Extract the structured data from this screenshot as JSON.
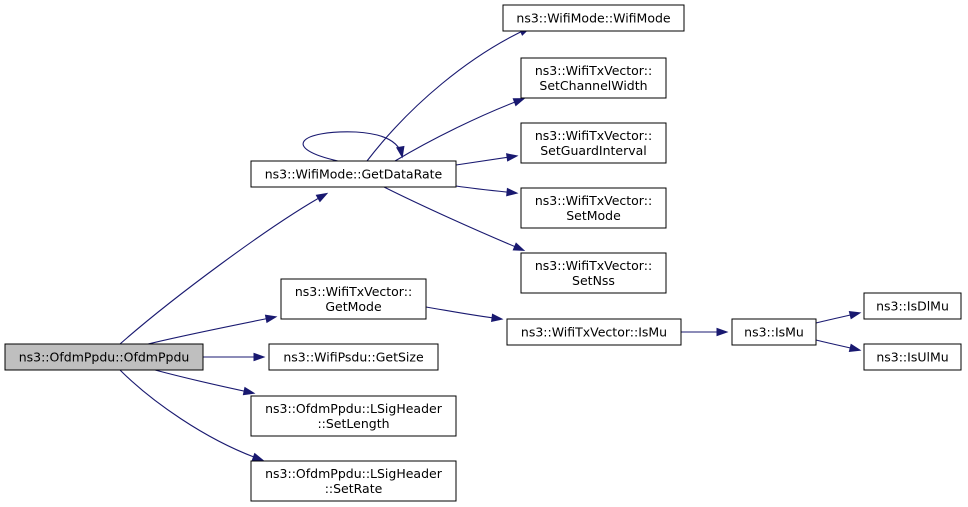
{
  "graph": {
    "nodes": {
      "ofdm_ppdu_ctor": {
        "lines": [
          "ns3::OfdmPpdu::OfdmPpdu"
        ]
      },
      "get_data_rate": {
        "lines": [
          "ns3::WifiMode::GetDataRate"
        ]
      },
      "get_mode": {
        "lines": [
          "ns3::WifiTxVector::",
          "GetMode"
        ]
      },
      "get_size": {
        "lines": [
          "ns3::WifiPsdu::GetSize"
        ]
      },
      "set_length": {
        "lines": [
          "ns3::OfdmPpdu::LSigHeader",
          "::SetLength"
        ]
      },
      "set_rate": {
        "lines": [
          "ns3::OfdmPpdu::LSigHeader",
          "::SetRate"
        ]
      },
      "wifimode_ctor": {
        "lines": [
          "ns3::WifiMode::WifiMode"
        ]
      },
      "set_channel_width": {
        "lines": [
          "ns3::WifiTxVector::",
          "SetChannelWidth"
        ]
      },
      "set_guard_interval": {
        "lines": [
          "ns3::WifiTxVector::",
          "SetGuardInterval"
        ]
      },
      "set_mode": {
        "lines": [
          "ns3::WifiTxVector::",
          "SetMode"
        ]
      },
      "set_nss": {
        "lines": [
          "ns3::WifiTxVector::",
          "SetNss"
        ]
      },
      "txvector_is_mu": {
        "lines": [
          "ns3::WifiTxVector::IsMu"
        ]
      },
      "is_mu": {
        "lines": [
          "ns3::IsMu"
        ]
      },
      "is_dl_mu": {
        "lines": [
          "ns3::IsDlMu"
        ]
      },
      "is_ul_mu": {
        "lines": [
          "ns3::IsUlMu"
        ]
      }
    },
    "edges": [
      {
        "from": "ofdm_ppdu_ctor",
        "to": "get_data_rate"
      },
      {
        "from": "ofdm_ppdu_ctor",
        "to": "get_mode"
      },
      {
        "from": "ofdm_ppdu_ctor",
        "to": "get_size"
      },
      {
        "from": "ofdm_ppdu_ctor",
        "to": "set_length"
      },
      {
        "from": "ofdm_ppdu_ctor",
        "to": "set_rate"
      },
      {
        "from": "get_data_rate",
        "to": "get_data_rate"
      },
      {
        "from": "get_data_rate",
        "to": "wifimode_ctor"
      },
      {
        "from": "get_data_rate",
        "to": "set_channel_width"
      },
      {
        "from": "get_data_rate",
        "to": "set_guard_interval"
      },
      {
        "from": "get_data_rate",
        "to": "set_mode"
      },
      {
        "from": "get_data_rate",
        "to": "set_nss"
      },
      {
        "from": "get_mode",
        "to": "txvector_is_mu"
      },
      {
        "from": "txvector_is_mu",
        "to": "is_mu"
      },
      {
        "from": "is_mu",
        "to": "is_dl_mu"
      },
      {
        "from": "is_mu",
        "to": "is_ul_mu"
      }
    ]
  }
}
